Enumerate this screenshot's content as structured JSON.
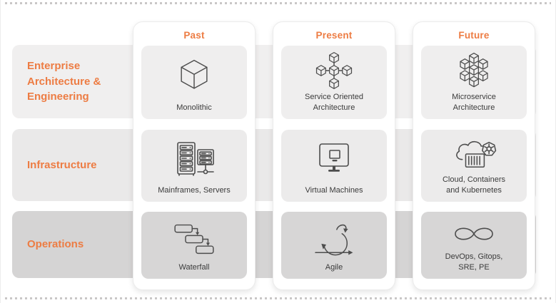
{
  "diagram": {
    "rows": [
      {
        "label": "Enterprise\nArchitecture &\nEngineering"
      },
      {
        "label": "Infrastructure"
      },
      {
        "label": "Operations"
      }
    ],
    "columns": [
      {
        "header": "Past",
        "cells": [
          {
            "icon": "cube-icon",
            "label": "Monolithic"
          },
          {
            "icon": "mainframe-servers-icon",
            "label": "Mainframes, Servers"
          },
          {
            "icon": "waterfall-steps-icon",
            "label": "Waterfall"
          }
        ]
      },
      {
        "header": "Present",
        "cells": [
          {
            "icon": "connected-cubes-icon",
            "label": "Service Oriented\nArchitecture"
          },
          {
            "icon": "virtual-machine-icon",
            "label": "Virtual Machines"
          },
          {
            "icon": "agile-sprint-loop-icon",
            "label": "Agile"
          }
        ]
      },
      {
        "header": "Future",
        "cells": [
          {
            "icon": "cube-cluster-icon",
            "label": "Microservice\nArchitecture"
          },
          {
            "icon": "cloud-container-kubernetes-icon",
            "label": "Cloud, Containers\nand Kubernetes"
          },
          {
            "icon": "infinity-icon",
            "label": "DevOps, Gitops,\nSRE, PE"
          }
        ]
      }
    ],
    "colors": {
      "accent_orange": "#ED7C43",
      "row_band_light": "#F0EFEF",
      "row_band_dark": "#D5D4D4",
      "cell_gray": "#EFEEEE",
      "caption_text": "#3B3B3B",
      "icon_stroke": "#4D4D4D",
      "dotted_border": "#C9C7C7",
      "card_background": "#FFFFFF"
    }
  }
}
